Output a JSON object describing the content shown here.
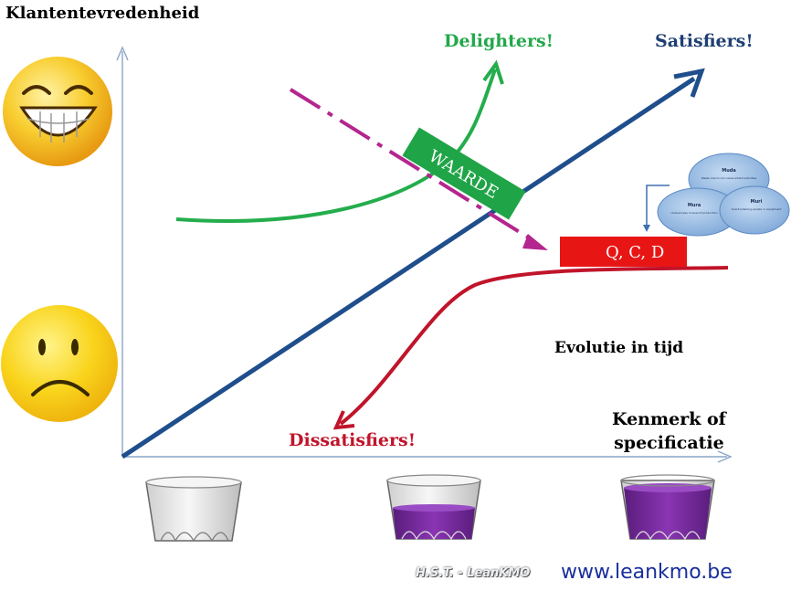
{
  "labels": {
    "y_axis": "Klantentevredenheid",
    "delighters": "Delighters!",
    "satisfiers": "Satisfiers!",
    "dissatisfiers": "Dissatisfiers!",
    "x_axis_line1": "Kenmerk of",
    "x_axis_line2": "specificatie",
    "evolution": "Evolutie in tijd",
    "waarde": "WAARDE",
    "qcd": "Q, C, D"
  },
  "venn": {
    "top_title": "Muda",
    "top_text": "Waste due to non-value added activities",
    "left_title": "Mura",
    "left_text": "Unevenness in level of production",
    "right_title": "Muri",
    "right_text": "Overburdening people or equipment"
  },
  "footer": {
    "credit": "H.S.T. - LeanKMO",
    "url": "www.leankmo.be"
  },
  "colors": {
    "delighters": "#22a84a",
    "satisfiers": "#1f3f73",
    "dissatisfiers": "#c0142a",
    "waarde_box": "#1fa447",
    "qcd_box": "#e81515",
    "value_arrow": "#b4268f",
    "smiley": "#f7c82c",
    "liquid": "#7a2d9e"
  },
  "icons": [
    "happy-face-icon",
    "sad-face-icon",
    "empty-glass-icon",
    "half-full-glass-icon",
    "full-glass-icon"
  ]
}
